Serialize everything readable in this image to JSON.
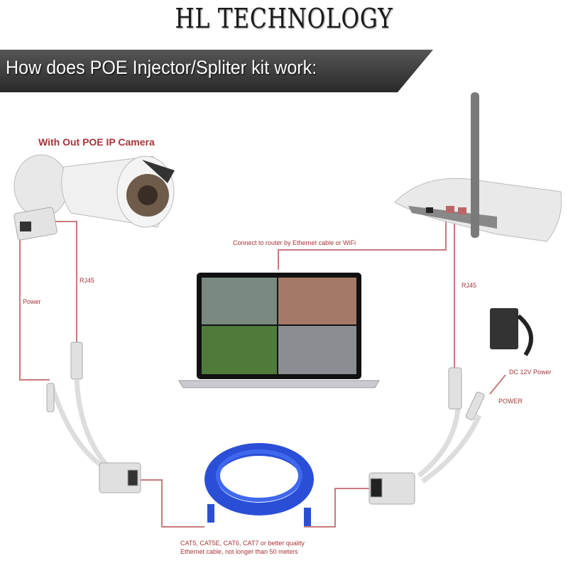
{
  "brand": {
    "title": "HL TECHNOLOGY"
  },
  "banner": {
    "title": "How does POE Injector/Spliter kit work:",
    "color": "#3a3a3a"
  },
  "labels": {
    "camera": "With Out POE IP Camera",
    "router_connect": "Connect to router by Ethernet cable or WiFi",
    "power_left": "Power",
    "rj45_left": "RJ45",
    "rj45_right": "RJ45",
    "dc_power": "DC 12V Power",
    "power_right": "POWER",
    "cable_line1": "CAT5, CAT5E, CAT6, CAT7 or better quality",
    "cable_line2": "Ethernet cable, not longer than 50 meters"
  },
  "devices": {
    "camera": "bullet-ip-camera",
    "router": "wifi-router",
    "laptop": "laptop-with-camera-views",
    "adapter": "dc-power-adapter",
    "cable": "blue-ethernet-cable-coil",
    "splitter_left": "poe-splitter",
    "injector_right": "poe-injector"
  },
  "colors": {
    "connector_line": "#c97a7e",
    "label": "#a5343a",
    "cable": "#2a4fd6"
  }
}
